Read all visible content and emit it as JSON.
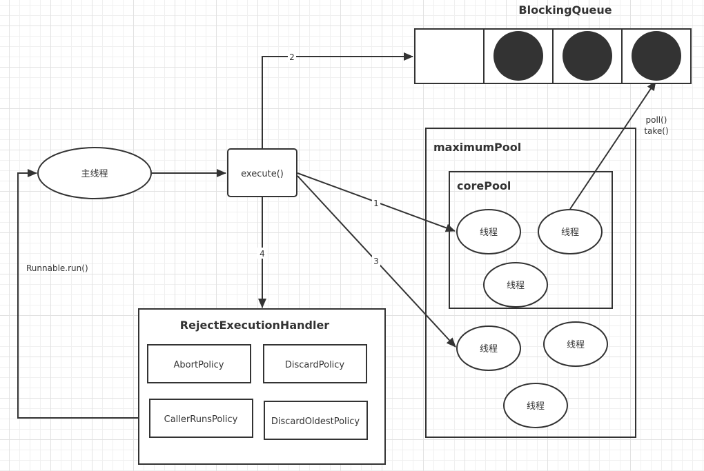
{
  "blocking_queue": {
    "title": "BlockingQueue",
    "slots": [
      {
        "filled": false
      },
      {
        "filled": true
      },
      {
        "filled": true
      },
      {
        "filled": true
      }
    ]
  },
  "nodes": {
    "main_thread": "主线程",
    "execute": "execute()",
    "maximum_pool_title": "maximumPool",
    "core_pool_title": "corePool",
    "thread_label": "线程",
    "reject_handler_title": "RejectExecutionHandler"
  },
  "core_threads": [
    "线程",
    "线程",
    "线程"
  ],
  "extra_threads": [
    "线程",
    "线程",
    "线程"
  ],
  "policies": {
    "abort": "AbortPolicy",
    "discard": "DiscardPolicy",
    "caller_runs": "CallerRunsPolicy",
    "discard_oldest": "DiscardOldestPolicy"
  },
  "edges": {
    "to_queue": "2",
    "to_core": "1",
    "to_max": "3",
    "to_reject": "4",
    "runnable_run": "Runnable.run()",
    "poll": "poll()",
    "take": "take()"
  },
  "colors": {
    "stroke": "#333333",
    "queue_item": "#333333",
    "grid_minor": "#f0f0f0",
    "grid_major": "#e2e2e2"
  }
}
